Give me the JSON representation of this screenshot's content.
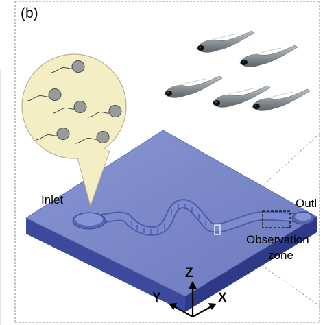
{
  "figure": {
    "panel_label": "(b)",
    "inlet_label": "Inlet",
    "outlet_label": "Outl",
    "observation_label_line1": "Observation",
    "observation_label_line2": "zone",
    "axes": {
      "z": "Z",
      "y": "Y",
      "x": "X"
    }
  },
  "colors": {
    "chip_top": "#7b88c9",
    "chip_front": "#3d4a9c",
    "chip_side": "#2e3a86",
    "channel": "#6f7ec6",
    "callout_fill": "#f4eec4",
    "cell_fill": "#9a9a9a",
    "larva": "#8e959b",
    "frame": "#8a8a8a"
  },
  "icons": {
    "cells": "sperm-cell-icon",
    "larvae": "zebrafish-larva-icon"
  }
}
